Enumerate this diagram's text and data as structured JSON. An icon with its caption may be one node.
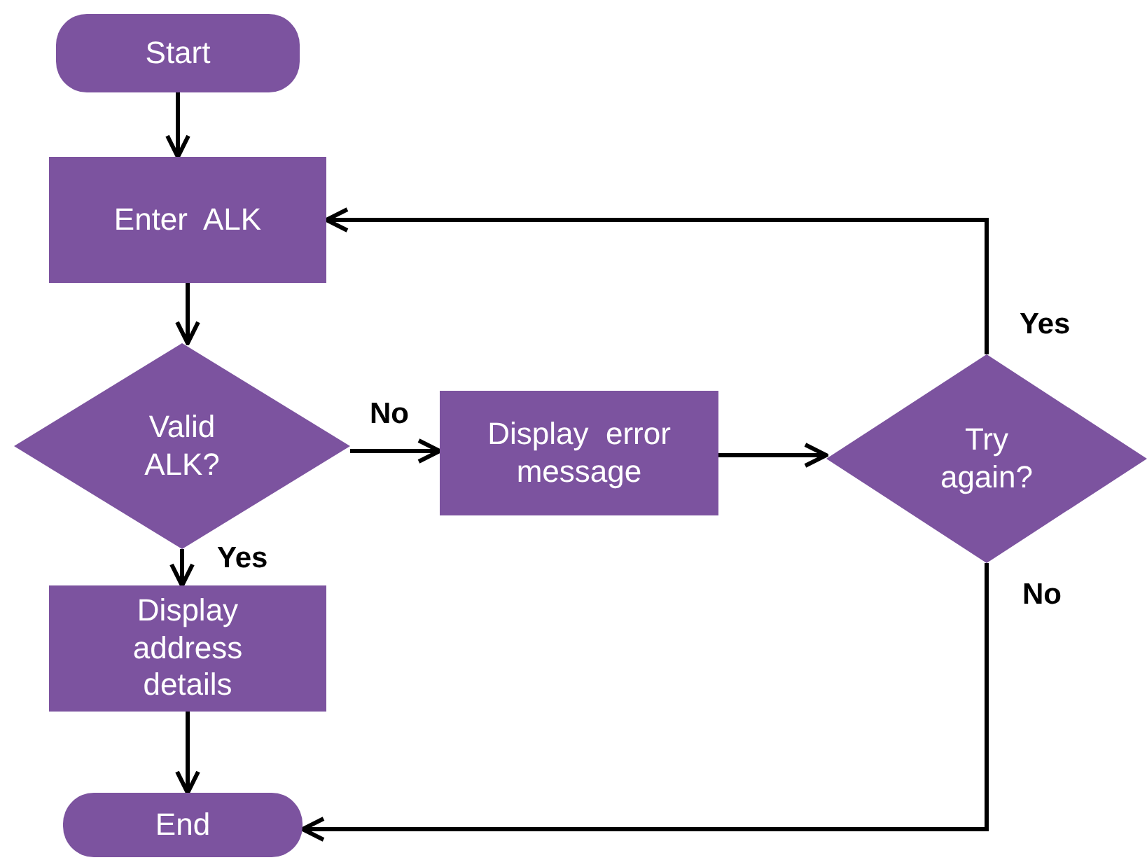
{
  "diagram": {
    "nodes": [
      {
        "text": [
          "Start"
        ]
      },
      {
        "text": [
          "Enter  ALK"
        ]
      },
      {
        "text": [
          "Valid ALK?"
        ]
      },
      {
        "text": [
          "Display  error message"
        ]
      },
      {
        "text": [
          "Try again?"
        ]
      },
      {
        "text": [
          "Display address details"
        ]
      },
      {
        "text": [
          "End"
        ]
      }
    ],
    "edges": [
      {
        "from": 0,
        "to": 1,
        "arrow": "to"
      },
      {
        "from": 1,
        "to": 2,
        "arrow": "to"
      },
      {
        "from": 2,
        "to": 3,
        "arrow": "to",
        "label": "No"
      },
      {
        "from": 3,
        "to": 4,
        "arrow": "to"
      },
      {
        "from": 4,
        "to": 1,
        "arrow": "to",
        "label": "Yes"
      },
      {
        "from": 2,
        "to": 5,
        "arrow": "to",
        "label": "Yes"
      },
      {
        "from": 4,
        "to": 6,
        "arrow": "to",
        "label": "No"
      },
      {
        "from": 5,
        "to": 6,
        "arrow": "to"
      }
    ]
  }
}
